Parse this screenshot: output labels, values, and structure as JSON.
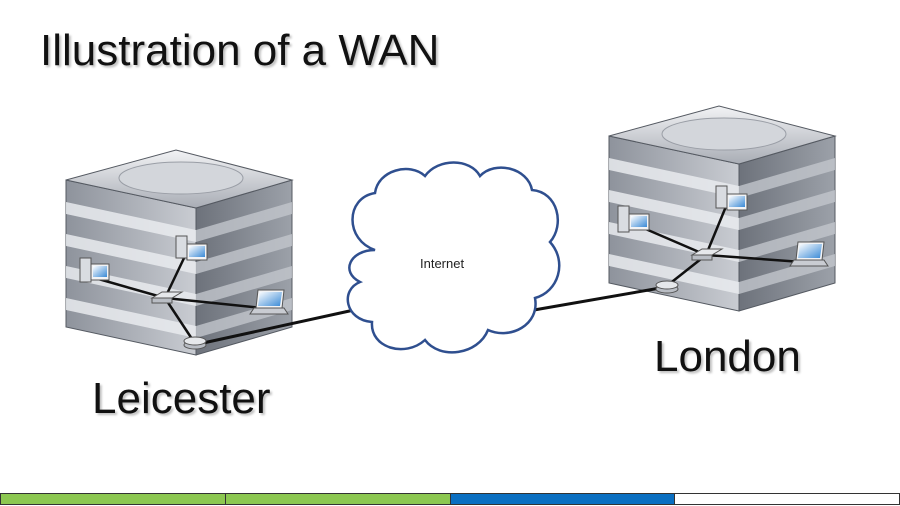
{
  "title": "Illustration of a WAN",
  "sites": {
    "leicester": {
      "label": "Leicester"
    },
    "london": {
      "label": "London"
    }
  },
  "cloud": {
    "label": "Internet"
  },
  "colors": {
    "cloud_stroke": "#2f4f8f",
    "link": "#111111",
    "bar": [
      "#8cc751",
      "#8cc751",
      "#0b6fc1",
      "#ffffff"
    ]
  },
  "icons": [
    "building-icon",
    "server-icon",
    "desktop-icon",
    "laptop-icon",
    "switch-icon",
    "router-icon",
    "cloud-icon"
  ]
}
